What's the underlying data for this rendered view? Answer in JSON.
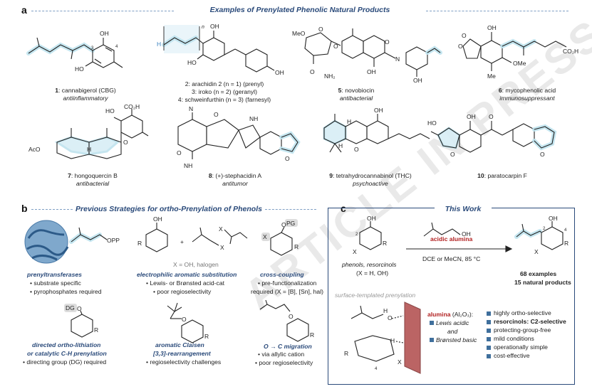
{
  "panel_a": {
    "letter": "a",
    "title": "Examples of Prenylated Phenolic Natural Products",
    "compounds": [
      {
        "num": "1",
        "name": ": cannabigerol (CBG)",
        "activity": "antiinflammatory"
      },
      {
        "num": "2",
        "name": ": arachidin 2 (",
        "n": "n",
        " eq": " = 1) (",
        "tag": "prenyl",
        "end": ")"
      },
      {
        "num": "3",
        "name": ": iroko (",
        "tag": "geranyl"
      },
      {
        "num": "4",
        "name": ": schweinfurthin (",
        "tag": "farnesyl"
      },
      {
        "num": "5",
        "name": ": novobiocin",
        "activity": "antibacterial"
      },
      {
        "num": "6",
        "name": ": mycophenolic acid",
        "activity": "immunosuppressant"
      },
      {
        "num": "7",
        "name": ": hongoquercin B",
        "activity": "antibacterial"
      },
      {
        "num": "8",
        "name": ": (+)-stephacidin A",
        "activity": "antitumor"
      },
      {
        "num": "9",
        "name": ": tetrahydrocannabinol (THC)",
        "activity": "psychoactive"
      },
      {
        "num": "10",
        "name": ": paratocarpin F"
      }
    ],
    "line2": "2: arachidin 2 (n = 1) (prenyl)",
    "line3": "3: iroko (n = 2) (geranyl)",
    "line4": "4: schweinfurthin (n = 3) (farnesyl)",
    "atoms": {
      "oh": "OH",
      "ho": "HO",
      "h": "H",
      "n_sup": "n",
      "co2h": "CO2H",
      "co2h_sub": "CO₂H",
      "ome": "OMe",
      "me": "Me",
      "meo": "MeO",
      "nh2": "NH₂",
      "nh": "NH",
      "o": "O",
      "n": "N",
      "aco": "AcO",
      "num2": "2",
      "num3": "3",
      "num4": "4",
      "num1": "1"
    }
  },
  "panel_b": {
    "letter": "b",
    "title": "Previous Strategies for ortho-Prenylation of Phenols",
    "opp": "OPP",
    "x": "X",
    "x_def": "X = OH, halogen",
    "pg": "PG",
    "dg": "DG",
    "r": "R",
    "plus": "+",
    "strategies": [
      {
        "title": "prenyltransferases",
        "bullets": [
          "• substrate specific",
          "• pyrophosphates required"
        ]
      },
      {
        "title": "electrophilic aromatic substitution",
        "bullets": [
          "• Lewis- or Brønsted acid-cat",
          "• poor regioselectivity"
        ]
      },
      {
        "title": "cross-coupling",
        "bullets": [
          "• pre-functionalization",
          "required (X = [B], [Sn], hal)"
        ]
      },
      {
        "title": "directed ortho-lithiation",
        "title2": "or catalytic C-H prenylation",
        "bullets": [
          "• directing group (DG) required"
        ]
      },
      {
        "title": "aromatic Claisen",
        "title2": "[3,3]-rearrangement",
        "bullets": [
          "• regioselectivity challenges"
        ]
      },
      {
        "title": "O → C migration",
        "bullets": [
          "• via allylic cation",
          "• poor regioselectivity"
        ]
      }
    ]
  },
  "panel_c": {
    "letter": "c",
    "title": "This Work",
    "reagent_oh": "OH",
    "reagent": "acidic alumina",
    "conditions": "DCE or MeCN, 85 °C",
    "substrate_label": "phenols, resorcinols",
    "substrate_x": "(X = H, OH)",
    "examples": "68 examples",
    "natural_products": "15 natural products",
    "surface_label": "surface-templated prenylation",
    "alumina": "alumina",
    "alumina_formula": "(Al₂O₃):",
    "lewis": "Lewis acidic",
    "and": "and",
    "bronsted": "Brønsted basic",
    "features": [
      "highly ortho-selective",
      "resorcinols: C2-selective",
      "protecting-group-free",
      "mild conditions",
      "operationally simple",
      "cost-effective"
    ],
    "num2": "2",
    "num4": "4",
    "r": "R",
    "x": "X",
    "oh": "OH",
    "h": "H",
    "o": "O"
  },
  "watermark": "ARTICLE IN PRESS",
  "colors": {
    "accent": "#2a4a7a",
    "prenyl_highlight": "#bfe3ee",
    "red": "#b22222",
    "tag_blue": "#3f86c2"
  }
}
